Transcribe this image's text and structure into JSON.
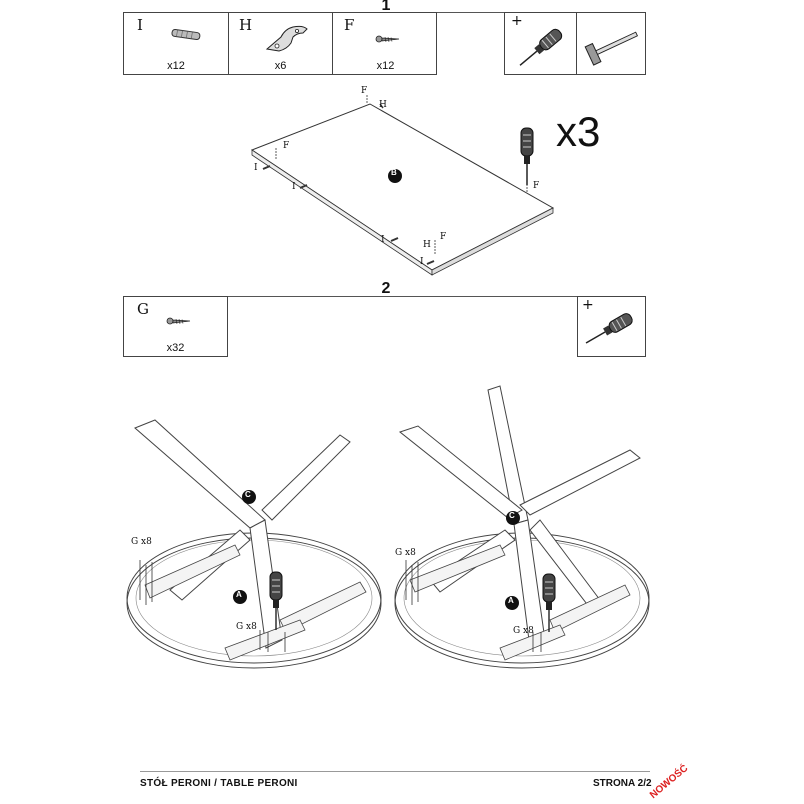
{
  "step1": {
    "number": "1",
    "parts": [
      {
        "label": "I",
        "qty": "x12",
        "icon": "dowel-icon"
      },
      {
        "label": "H",
        "qty": "x6",
        "icon": "bracket-icon"
      },
      {
        "label": "F",
        "qty": "x12",
        "icon": "screw-icon"
      }
    ],
    "tools": [
      "screwdriver-icon",
      "hammer-icon"
    ],
    "tool_sign": "+",
    "multiplier": "x3",
    "board_label": "B",
    "diagram_labels": {
      "f1": "F",
      "h1": "H",
      "f2": "F",
      "i1": "I",
      "i2": "I",
      "f3": "F",
      "i3": "I",
      "h2": "H",
      "f4": "F",
      "i4": "I"
    }
  },
  "step2": {
    "number": "2",
    "parts": [
      {
        "label": "G",
        "qty": "x32",
        "icon": "screw-icon"
      }
    ],
    "tool_sign": "+",
    "tools": [
      "screwdriver-icon"
    ],
    "diagram_labels": {
      "left_c": "C",
      "left_a": "A",
      "left_g1": "G x8",
      "left_g2": "G x8",
      "right_c": "C",
      "right_a": "A",
      "right_g1": "G x8",
      "right_g2": "G x8"
    }
  },
  "footer": {
    "title": "STÓŁ PERONI / TABLE PERONI",
    "page": "STRONA 2/2",
    "badge": "NOWOŚĆ"
  }
}
